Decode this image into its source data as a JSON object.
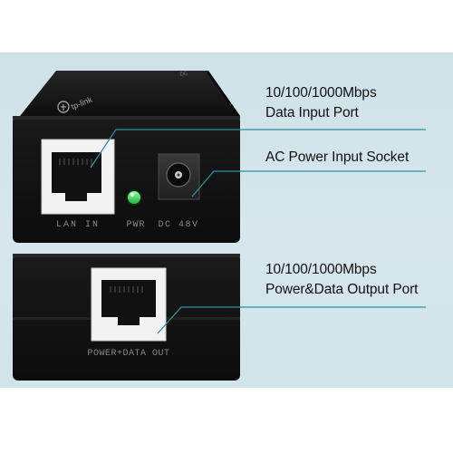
{
  "labels": {
    "data_input": {
      "line1": "10/100/1000Mbps",
      "line2": "Data Input Port"
    },
    "ac_power": {
      "line1": "AC Power Input Socket"
    },
    "power_data_output": {
      "line1": "10/100/1000Mbps",
      "line2": "Power&Data Output Port"
    }
  },
  "device": {
    "logo_text": "tp-link",
    "top_label_text": "DC",
    "port_labels": {
      "lan_in": "LAN IN",
      "pwr": "PWR",
      "dc": "DC 48V",
      "power_data_out": "POWER+DATA OUT"
    }
  },
  "colors": {
    "background": "#d3e4ea",
    "device_body": "#151515",
    "port_face": "#f2f2f2",
    "leader_line": "#2f8fa3",
    "pwr_led": "#3fdc5a",
    "label_text": "#111111"
  }
}
